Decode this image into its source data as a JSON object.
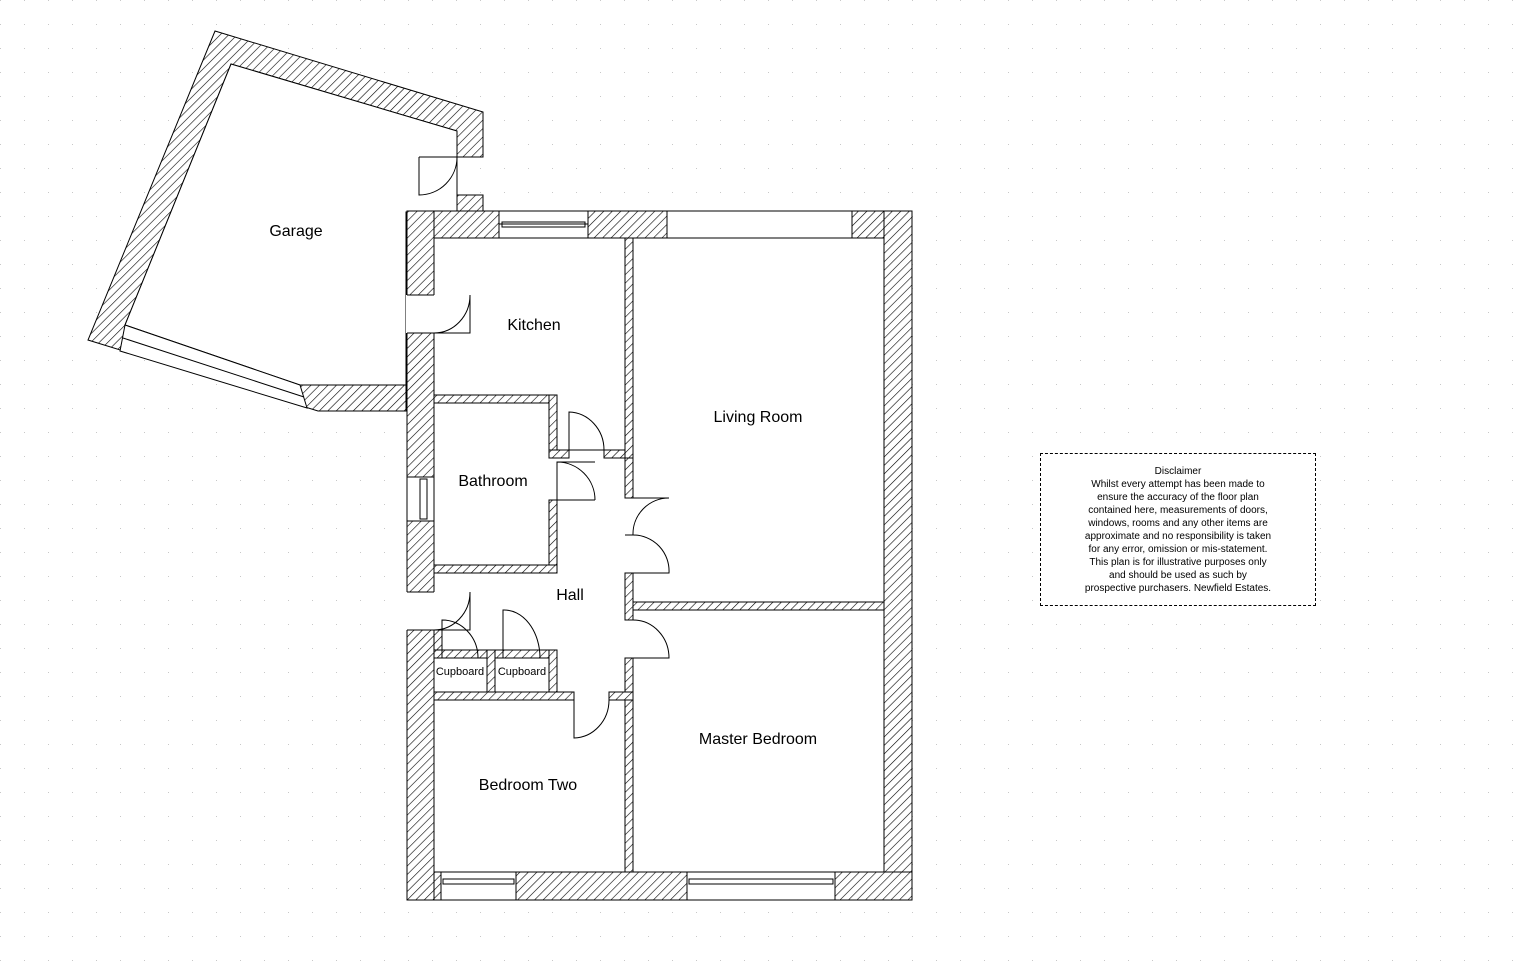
{
  "rooms": {
    "garage": "Garage",
    "kitchen": "Kitchen",
    "living_room": "Living Room",
    "bathroom": "Bathroom",
    "hall": "Hall",
    "cupboard_1": "Cupboard",
    "cupboard_2": "Cupboard",
    "master_bedroom": "Master Bedroom",
    "bedroom_two": "Bedroom Two"
  },
  "disclaimer": {
    "title": "Disclaimer",
    "lines": [
      "Whilst every attempt has been made to",
      "ensure the accuracy of the floor plan",
      "contained here, measurements of doors,",
      "windows, rooms and any other items are",
      "approximate and no responsibility is taken",
      "for any error, omission or mis-statement.",
      "This plan is for illustrative purposes only",
      "and should be used as such by",
      "prospective purchasers. Newfield Estates."
    ]
  }
}
